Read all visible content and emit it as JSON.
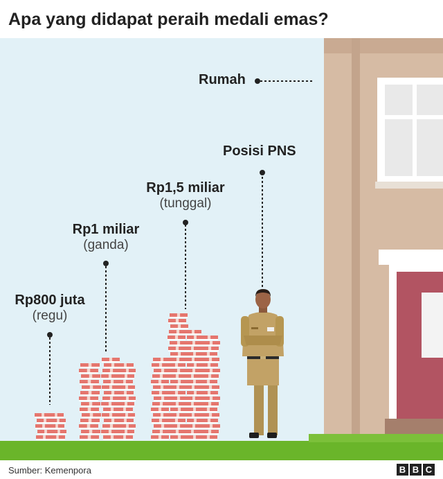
{
  "title": "Apa yang didapat peraih medali emas?",
  "labels": {
    "rumah": "Rumah",
    "pns": "Posisi PNS",
    "regu": {
      "amount": "Rp800 juta",
      "category": "(regu)"
    },
    "ganda": {
      "amount": "Rp1 miliar",
      "category": "(ganda)"
    },
    "tunggal": {
      "amount": "Rp1,5 miliar",
      "category": "(tunggal)"
    }
  },
  "footer": {
    "source": "Sumber: Kemenpora",
    "logo": [
      "B",
      "B",
      "C"
    ]
  },
  "colors": {
    "sky": "#e2f1f7",
    "grass": "#6ab52a",
    "wall": "#d4b8a2",
    "door": "#b25462",
    "money": "#e5766e",
    "uniform": "#c2a266"
  }
}
